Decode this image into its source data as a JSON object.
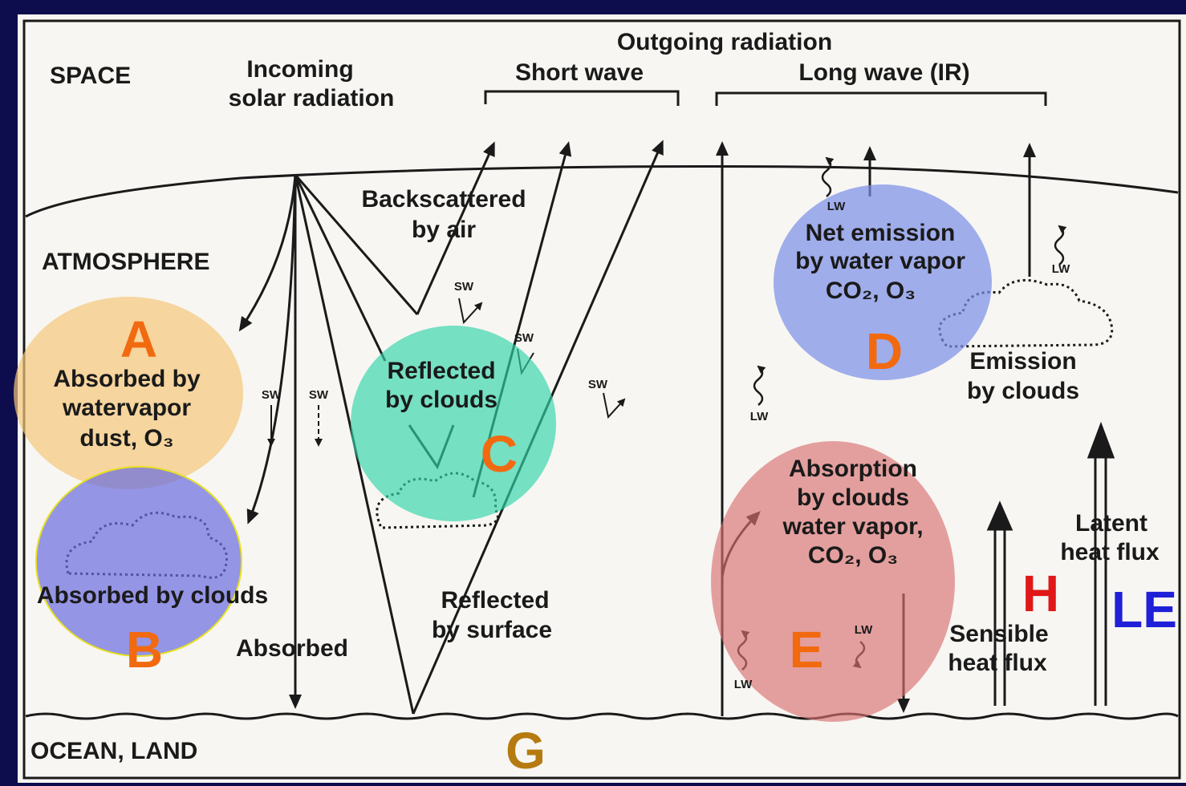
{
  "regions": {
    "space": "SPACE",
    "atmosphere": "ATMOSPHERE",
    "ground": "OCEAN, LAND"
  },
  "header": {
    "incoming_line1": "Incoming",
    "incoming_line2": "solar radiation",
    "outgoing": "Outgoing radiation",
    "short_wave": "Short wave",
    "long_wave": "Long wave (IR)"
  },
  "labels": {
    "backscattered_line1": "Backscattered",
    "backscattered_line2": "by air",
    "absorbed_wv_line1": "Absorbed by",
    "absorbed_wv_line2": "watervapor",
    "absorbed_wv_line3": "dust, O₃",
    "absorbed_clouds": "Absorbed by clouds",
    "absorbed": "Absorbed",
    "reflected_clouds_line1": "Reflected",
    "reflected_clouds_line2": "by clouds",
    "reflected_surface_line1": "Reflected",
    "reflected_surface_line2": "by surface",
    "net_emission_line1": "Net emission",
    "net_emission_line2": "by water vapor",
    "net_emission_line3": "CO₂, O₃",
    "emission_clouds_line1": "Emission",
    "emission_clouds_line2": "by clouds",
    "absorption_line1": "Absorption",
    "absorption_line2": "by clouds",
    "absorption_line3": "water vapor,",
    "absorption_line4": "CO₂, O₃",
    "latent_line1": "Latent",
    "latent_line2": "heat flux",
    "sensible_line1": "Sensible",
    "sensible_line2": "heat flux",
    "sw": "SW",
    "lw": "LW"
  },
  "markers": {
    "A": "A",
    "B": "B",
    "C": "C",
    "D": "D",
    "E": "E",
    "G": "G",
    "H": "H",
    "LE": "LE"
  },
  "colors": {
    "background": "#0d0d4d",
    "paper": "#f7f6f2",
    "ink": "#1a1a1a",
    "circle_A": "#f5c87a",
    "circle_B": "#6a6ce0",
    "circle_C": "#2fd4a8",
    "circle_D": "#7a8fe8",
    "circle_E": "#d97070",
    "marker_orange": "#f26a10",
    "marker_G": "#b57a10",
    "marker_H": "#e01818",
    "marker_LE": "#2020d8"
  }
}
